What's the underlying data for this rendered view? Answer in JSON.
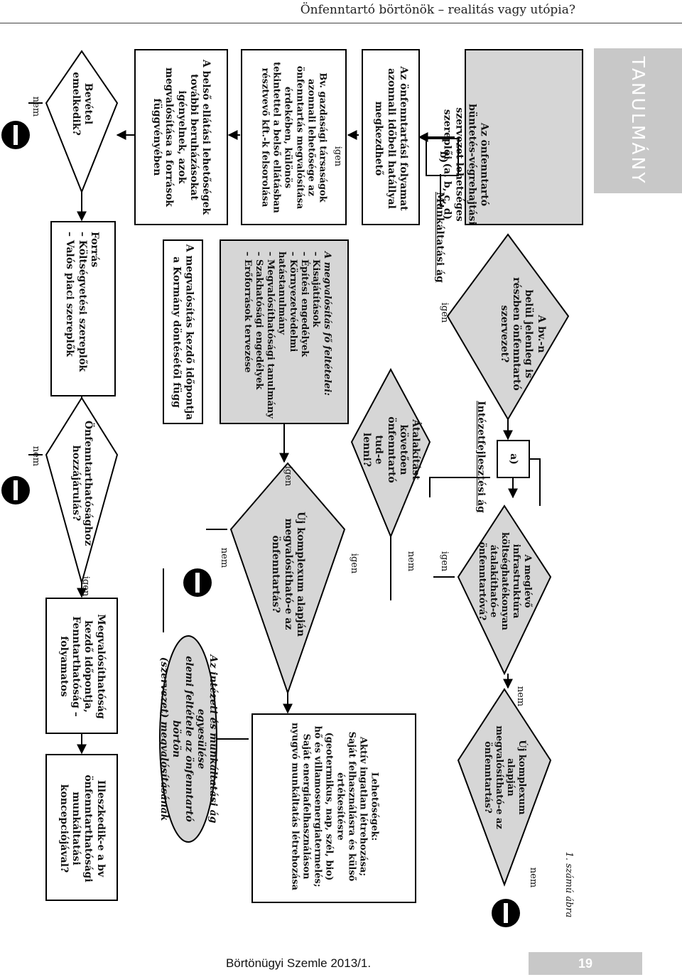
{
  "header": {
    "running_title": "Önfenntartó börtönök – realitás vagy utópia?"
  },
  "side_tab": {
    "label": "TANULMÁNY"
  },
  "figure": {
    "caption": "1. számú ábra"
  },
  "footer": {
    "journal": "Börtönügyi Szemle 2013/1.",
    "page_number": "19"
  },
  "colors": {
    "tab_gray": "#c8c8c8",
    "box_gray": "#d6d6d6",
    "stop_black": "#000000"
  },
  "nodes": {
    "start": "Az önfenntartó\nbüntetés-végrehajtási\nszervezet lehetséges\nszereplői (a, b, c, d)",
    "q_self_sustaining_now": "A bv.-n\nbelül jelenleg is\nrészben önfenntartó\nszervezet?",
    "label_b": "b)",
    "label_a": "a)",
    "branch_employment": "Munkáltatási ág",
    "branch_institution": "Intézetfejlesztési ág",
    "q_existing_infra": "A meglévő\ninfrastruktúra\nköltséghatékonyan\nátalakítható-e\nönfenntartóvá?",
    "q_new_complex_top": "Új komplexum alapján\nmegvalósítható-e az\nönfenntartás?",
    "immediate_process": "Az önfenntartási folyamat\nazonnali időbeli hatállyal\nmegkezdhető",
    "q_after_conversion": "Átalakítást követően\nönfenntartó tud-e\nlenni?",
    "q_new_complex_mid": "Új komplexum alapján\nmegvalósítható-e az\nönfenntartás?",
    "possibilities": "Lehetőségek:\nAktív ingatlan létrehozása;\nSaját felhasználásra és külső\nértékesítésre\n(geotermikus, nap, szél, bio)\nhő és villamosenergiatermelés;\nSaját energiafelhasználáson\nnyugvó munkáltatás létrehozása",
    "companies": "Bv. gazdasági társaságok\nazonnali lehetősége az\nönfenntartás megvalósítása\nérdekében, különös\ntekintettel a belső ellátásban\nrésztvevő kft.-k felsorolása",
    "conditions_title": "A megvalósítás fő feltételei:",
    "conditions_list": "– Kisajátítások\n– Építési engedélyek\n– Környezetvédelmi\n   hatástanulmány\n– Megvalósíthatósági tanulmány\n– Szakhatósági engedélyek\n– Erőforrások tervezése",
    "internal_supply": "A belső ellátási lehetőségek\ntovábbi beruházásokat\nigényelnek, azok\nmegvalósítása a források\nfüggvényében",
    "gov_decision": "A megvalósítás kezdő időpontja\na Kormány döntésétől függ",
    "integration": "Az intézeti és munkáltatási ág egyesülése\nelemi feltétele az önfenntartó börtön\n(szervezet) megvalósításának",
    "q_revenue": "Bevétel\nemelkedik?",
    "sources": "Forrás\n– Költségvetési szereplők\n– Valós piaci szereplők",
    "q_approval": "Önfenntarthatósághoz\nhozzájárulás?",
    "feasibility": "Megvalósíthatóság\nkezdő időpontja,\nFenntarthatóság –\nfolyamatos",
    "q_fits_concept": "Illeszkedik-e a bv\nönfenntarthatósági\nmunkáltatási\nkoncepciójával?"
  },
  "edge_labels": {
    "yes": "igen",
    "no": "nem"
  }
}
